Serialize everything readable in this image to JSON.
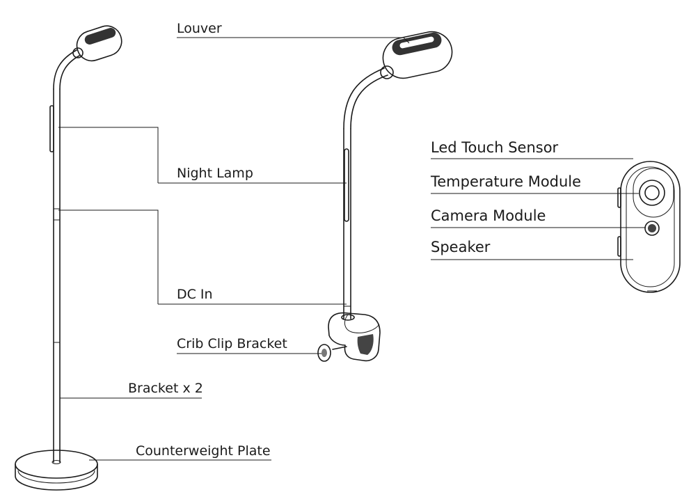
{
  "labels": {
    "louver": "Louver",
    "night_lamp": "Night Lamp",
    "dc_in": "DC In",
    "crib_clip_bracket": "Crib Clip Bracket",
    "bracket_x2": "Bracket x 2",
    "counterweight_plate": "Counterweight Plate",
    "led_touch_sensor": "Led Touch Sensor",
    "temperature_module": "Temperature Module",
    "camera_module": "Camera Module",
    "speaker": "Speaker"
  },
  "colors": {
    "line": "#1a1a1a",
    "louver_fill": "#333333",
    "background": "#ffffff"
  }
}
